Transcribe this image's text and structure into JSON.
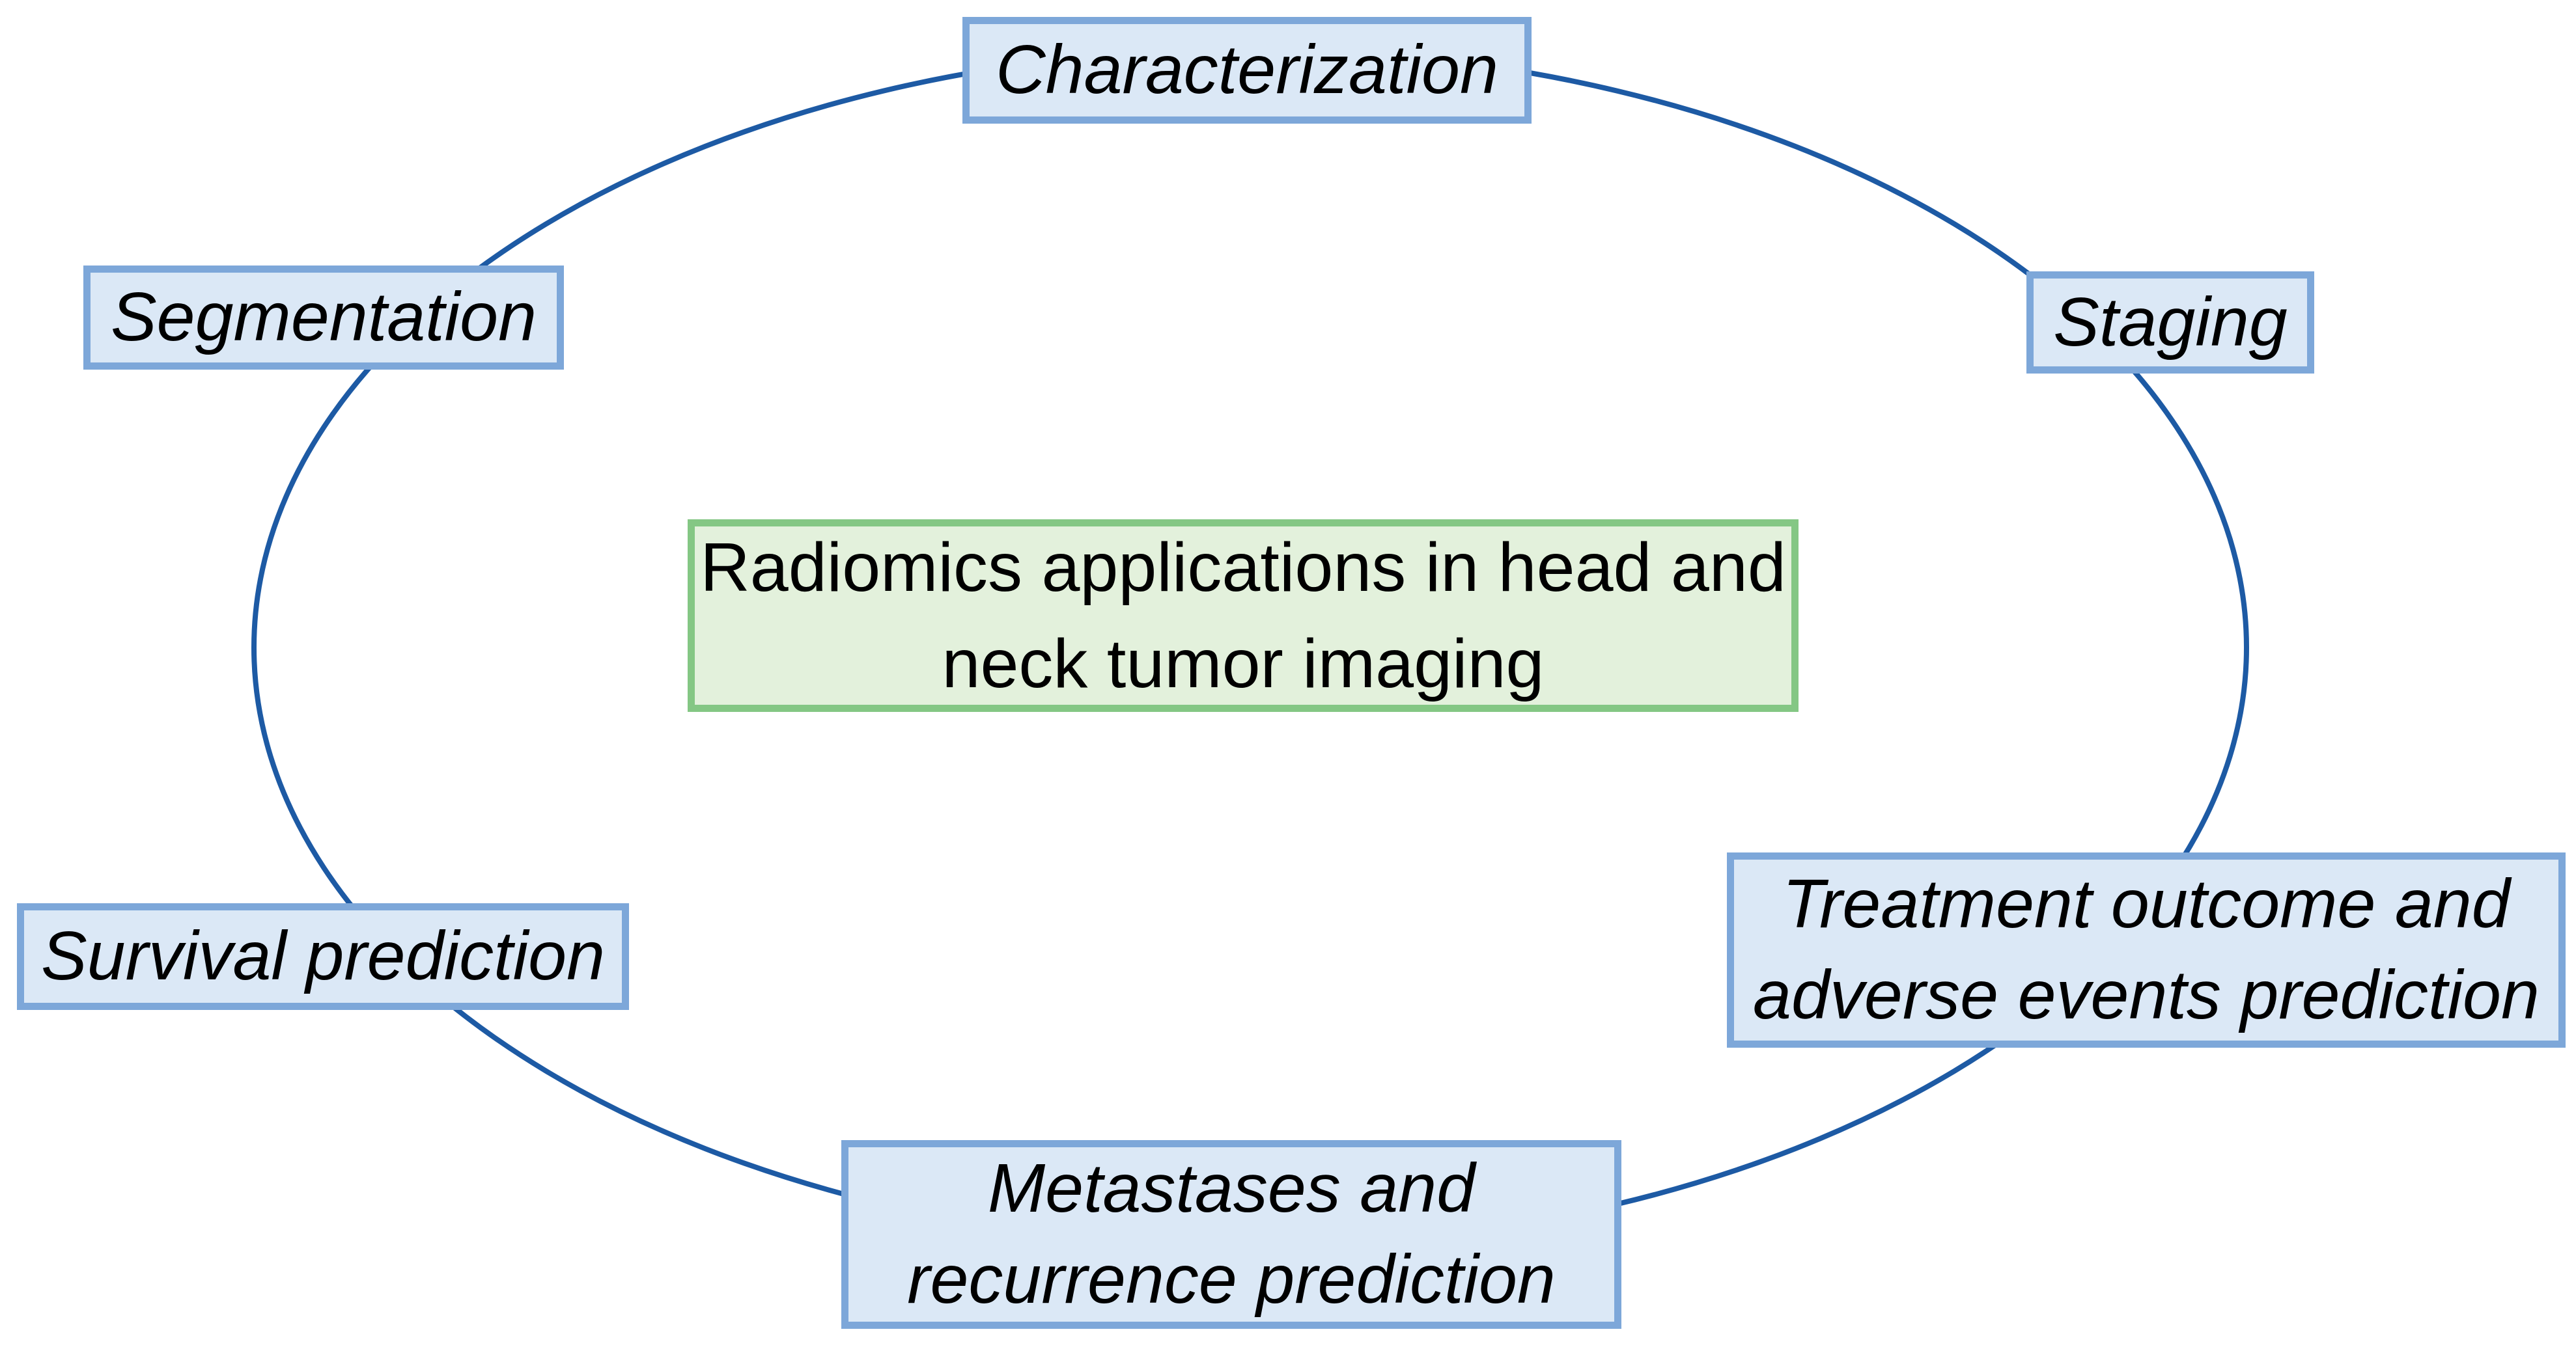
{
  "figure": {
    "description": "Radiomics applications cycle diagram",
    "colors": {
      "ellipse_stroke": "#1d5aa4",
      "node_fill": "#dbe8f6",
      "node_border": "#7da7d9",
      "center_fill": "#e3f1dc",
      "center_border": "#84c784",
      "text": "#000000",
      "background": "#ffffff"
    }
  },
  "center": {
    "lines": [
      "Radiomics applications in head and",
      "neck tumor imaging"
    ]
  },
  "nodes": [
    {
      "id": "characterization",
      "lines": [
        "Characterization"
      ]
    },
    {
      "id": "segmentation",
      "lines": [
        "Segmentation"
      ]
    },
    {
      "id": "staging",
      "lines": [
        "Staging"
      ]
    },
    {
      "id": "survival",
      "lines": [
        "Survival prediction"
      ]
    },
    {
      "id": "treatment",
      "lines": [
        "Treatment outcome and",
        "adverse events prediction"
      ]
    },
    {
      "id": "metastases",
      "lines": [
        "Metastases and",
        "recurrence prediction"
      ]
    }
  ]
}
